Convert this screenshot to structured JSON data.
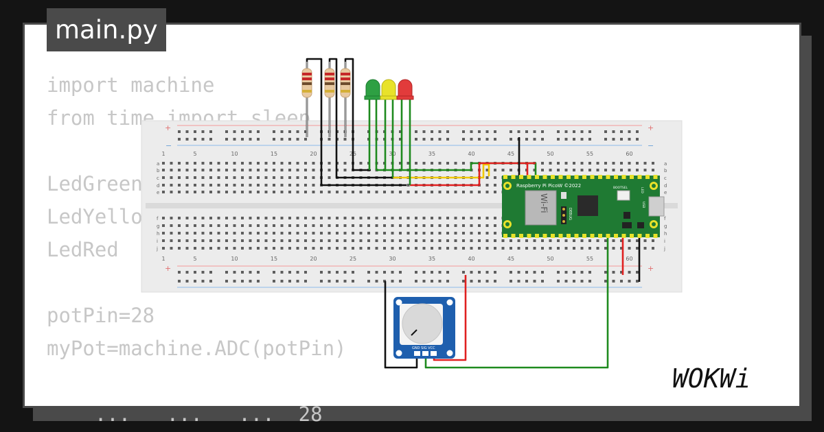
{
  "editor": {
    "file_tab": "main.py",
    "code_lines": [
      "import machine",
      "from time import sleep",
      "",
      "LedGreen",
      "LedYellow",
      "LedRed",
      "",
      "potPin=28",
      "myPot=machine.ADC(potPin)",
      "",
      "    ...   ...   ...  28"
    ]
  },
  "simulator": {
    "breadboard": {
      "column_numbers": [
        "1",
        "5",
        "10",
        "15",
        "20",
        "25",
        "30",
        "35",
        "40",
        "45",
        "50",
        "55",
        "60"
      ],
      "row_letters_top": [
        "a",
        "b",
        "c",
        "d",
        "e"
      ],
      "row_letters_bottom": [
        "f",
        "g",
        "h",
        "i",
        "j"
      ],
      "rail_plus": "+",
      "rail_minus": "−"
    },
    "pico": {
      "label": "Raspberry Pi PicoW ©2022",
      "chip_label": "Wi-Fi",
      "debug_label": "DEBUG",
      "bootsel_label": "BOOTSEL",
      "led_label": "LED",
      "usb_label": "USB"
    },
    "potentiometer": {
      "pin_labels": "GND SIG VCC"
    },
    "leds": [
      {
        "color": "green",
        "hex": "#2ea043"
      },
      {
        "color": "yellow",
        "hex": "#e8e22a"
      },
      {
        "color": "red",
        "hex": "#e23b3b"
      }
    ],
    "wire_colors": {
      "black": "#111111",
      "red": "#e02020",
      "green": "#1e8a1e",
      "yellow": "#f0c800"
    }
  },
  "brand": {
    "logo_text": "WOKWi"
  }
}
